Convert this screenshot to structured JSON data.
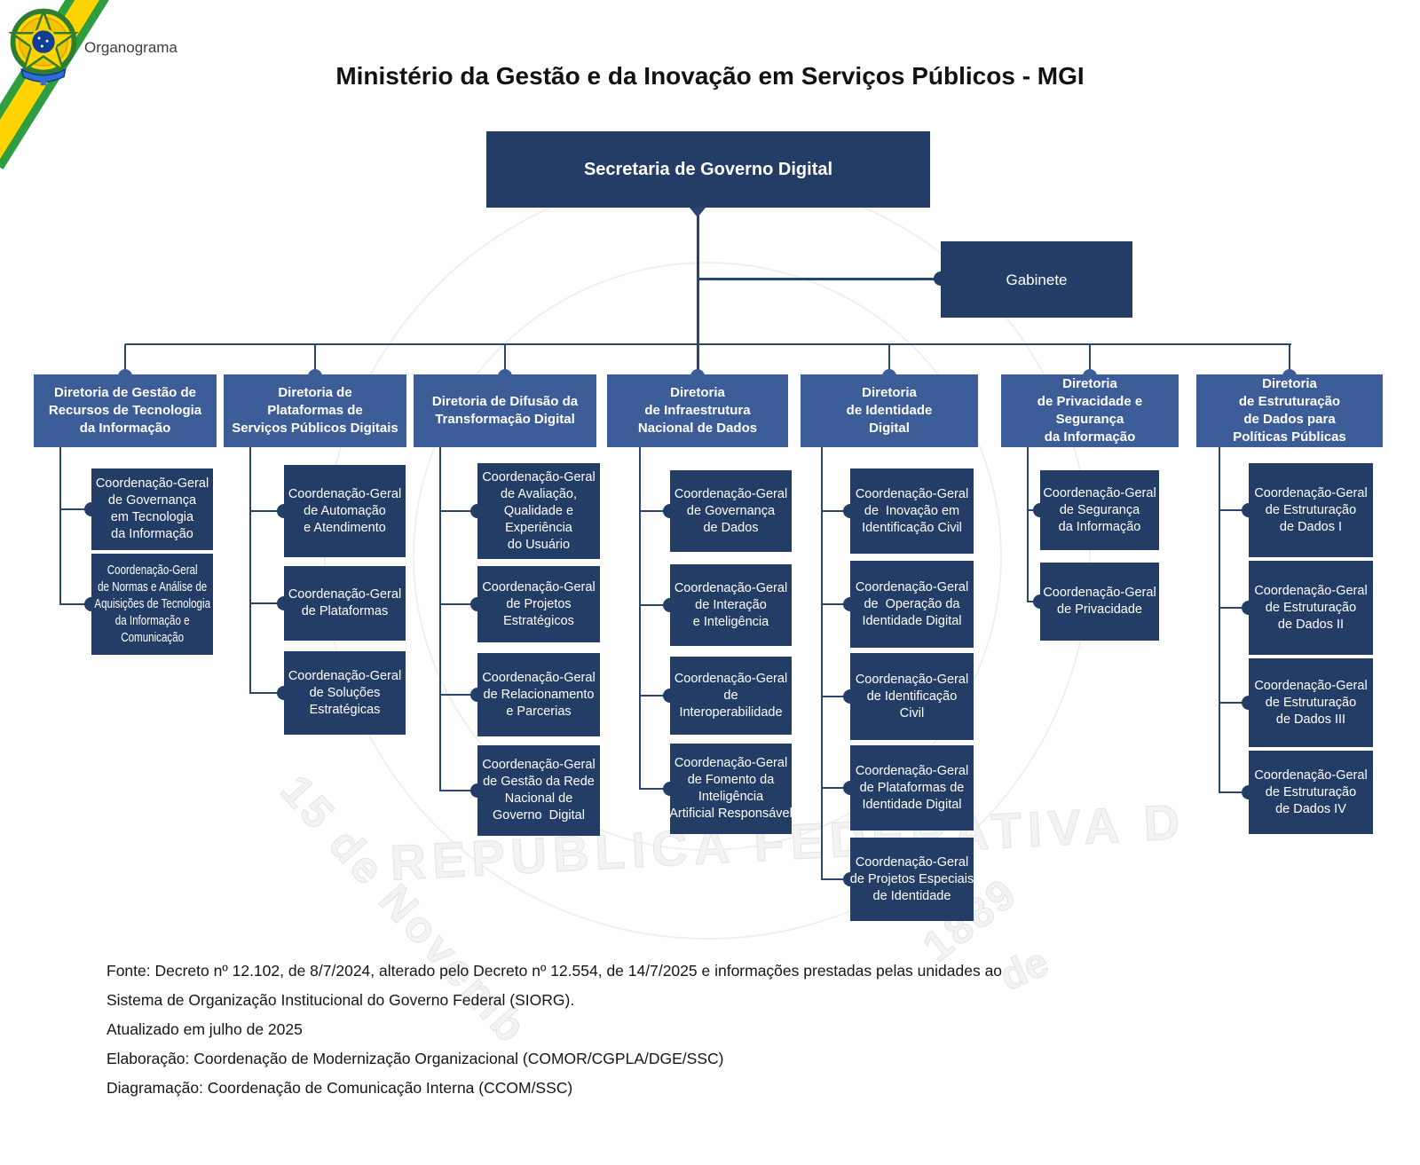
{
  "header": {
    "logo_caption": "Organograma",
    "title": "Ministério da Gestão e da Inovação em Serviços Públicos - MGI"
  },
  "root": {
    "label": "Secretaria de Governo Digital"
  },
  "gabinete": {
    "label": "Gabinete"
  },
  "directorates": [
    {
      "label": "Diretoria de Gestão de\nRecursos de Tecnologia\nda Informação",
      "children": [
        {
          "label": "Coordenação-Geral\nde Governança\nem Tecnologia\nda Informação"
        },
        {
          "label": "Coordenação-Geral\nde Normas e Análise de\nAquisições de Tecnologia\nda Informação e\nComunicação"
        }
      ]
    },
    {
      "label": "Diretoria de\nPlataformas de\nServiços Públicos Digitais",
      "children": [
        {
          "label": "Coordenação-Geral\nde Automação\ne Atendimento"
        },
        {
          "label": "Coordenação-Geral\nde Plataformas"
        },
        {
          "label": "Coordenação-Geral\nde Soluções\nEstratégicas"
        }
      ]
    },
    {
      "label": "Diretoria de Difusão da\nTransformação Digital",
      "children": [
        {
          "label": "Coordenação-Geral\nde Avaliação,\nQualidade e\nExperiência\ndo Usuário"
        },
        {
          "label": "Coordenação-Geral\nde Projetos\nEstratégicos"
        },
        {
          "label": "Coordenação-Geral\nde Relacionamento\ne Parcerias"
        },
        {
          "label": "Coordenação-Geral\nde Gestão da Rede\nNacional de\nGoverno  Digital"
        }
      ]
    },
    {
      "label": "Diretoria\nde Infraestrutura\nNacional de Dados",
      "children": [
        {
          "label": "Coordenação-Geral\nde Governança\nde Dados"
        },
        {
          "label": "Coordenação-Geral\nde Interação\ne Inteligência"
        },
        {
          "label": "Coordenação-Geral\nde\nInteroperabilidade"
        },
        {
          "label": "Coordenação-Geral\nde Fomento da\nInteligência\nArtificial Responsável"
        }
      ]
    },
    {
      "label": "Diretoria\nde Identidade\nDigital",
      "children": [
        {
          "label": "Coordenação-Geral\nde  Inovação em\nIdentificação Civil"
        },
        {
          "label": "Coordenação-Geral\nde  Operação da\nIdentidade Digital"
        },
        {
          "label": "Coordenação-Geral\nde Identificação\nCivil"
        },
        {
          "label": "Coordenação-Geral\nde Plataformas de\nIdentidade Digital"
        },
        {
          "label": "Coordenação-Geral\nde Projetos Especiais\nde Identidade"
        }
      ]
    },
    {
      "label": "Diretoria\nde Privacidade e\nSegurança\nda Informação",
      "children": [
        {
          "label": "Coordenação-Geral\nde Segurança\nda Informação"
        },
        {
          "label": "Coordenação-Geral\nde Privacidade"
        }
      ]
    },
    {
      "label": "Diretoria\nde Estruturação\nde Dados para\nPolíticas Públicas",
      "children": [
        {
          "label": "Coordenação-Geral\nde Estruturação\nde Dados I"
        },
        {
          "label": "Coordenação-Geral\nde Estruturação\nde Dados II"
        },
        {
          "label": "Coordenação-Geral\nde Estruturação\nde Dados III"
        },
        {
          "label": "Coordenação-Geral\nde Estruturação\nde Dados IV"
        }
      ]
    }
  ],
  "footer": {
    "lines": [
      "Fonte: Decreto nº 12.102, de 8/7/2024, alterado pelo Decreto nº 12.554, de 14/7/2025 e informações prestadas pelas unidades ao",
      "Sistema de Organização Institucional do Governo Federal (SIORG).",
      "Atualizado em julho de 2025",
      "Elaboração: Coordenação de Modernização Organizacional (COMOR/CGPLA/DGE/SSC)",
      "Diagramação: Coordenação de Comunicação Interna (CCOM/SSC)"
    ]
  },
  "watermark": {
    "texts": [
      "REPÚBLICA FEDERATIVA D",
      "15 de Novemb",
      "de",
      "1889"
    ]
  },
  "colors": {
    "box_dark": "#243d66",
    "box_medium": "#3d5d98",
    "connector": "#27476e",
    "ribbon_green": "#2e9e41",
    "ribbon_yellow": "#ffd400"
  }
}
